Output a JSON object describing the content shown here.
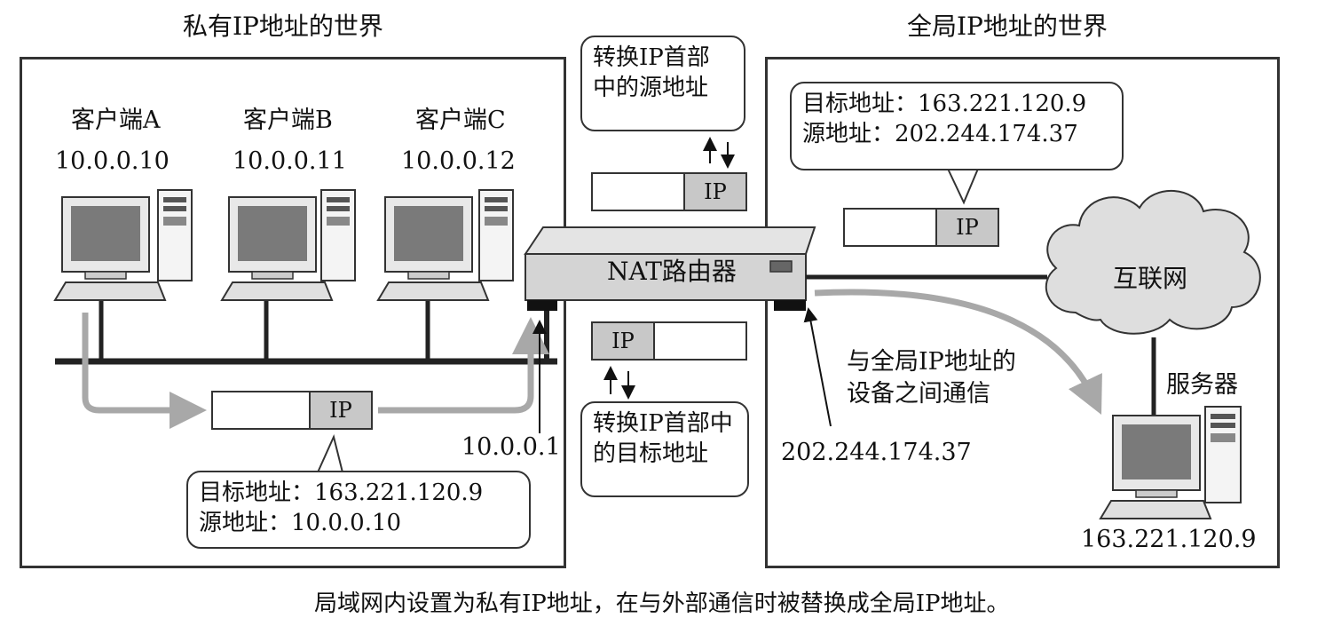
{
  "private_world": {
    "title": "私有IP地址的世界",
    "clients": [
      {
        "name": "客户端A",
        "ip": "10.0.0.10"
      },
      {
        "name": "客户端B",
        "ip": "10.0.0.11"
      },
      {
        "name": "客户端C",
        "ip": "10.0.0.12"
      }
    ],
    "packet_label": "IP",
    "packet_info": {
      "dest": "目标地址：163.221.120.9",
      "src": "源地址：10.0.0.10"
    },
    "gateway_ip": "10.0.0.1"
  },
  "router": {
    "label": "NAT路由器",
    "top_note": [
      "转换IP首部",
      "中的源地址"
    ],
    "bottom_note": [
      "转换IP首部中",
      "的目标地址"
    ],
    "packet_label": "IP"
  },
  "global_world": {
    "title": "全局IP地址的世界",
    "packet_info": {
      "dest": "目标地址：163.221.120.9",
      "src": "源地址：202.244.174.37"
    },
    "packet_label": "IP",
    "internet": "互联网",
    "server_label": "服务器",
    "server_ip": "163.221.120.9",
    "router_ip": "202.244.174.37",
    "comm_note": [
      "与全局IP地址的",
      "设备之间通信"
    ]
  },
  "caption": "局域网内设置为私有IP地址，在与外部通信时被替换成全局IP地址。"
}
